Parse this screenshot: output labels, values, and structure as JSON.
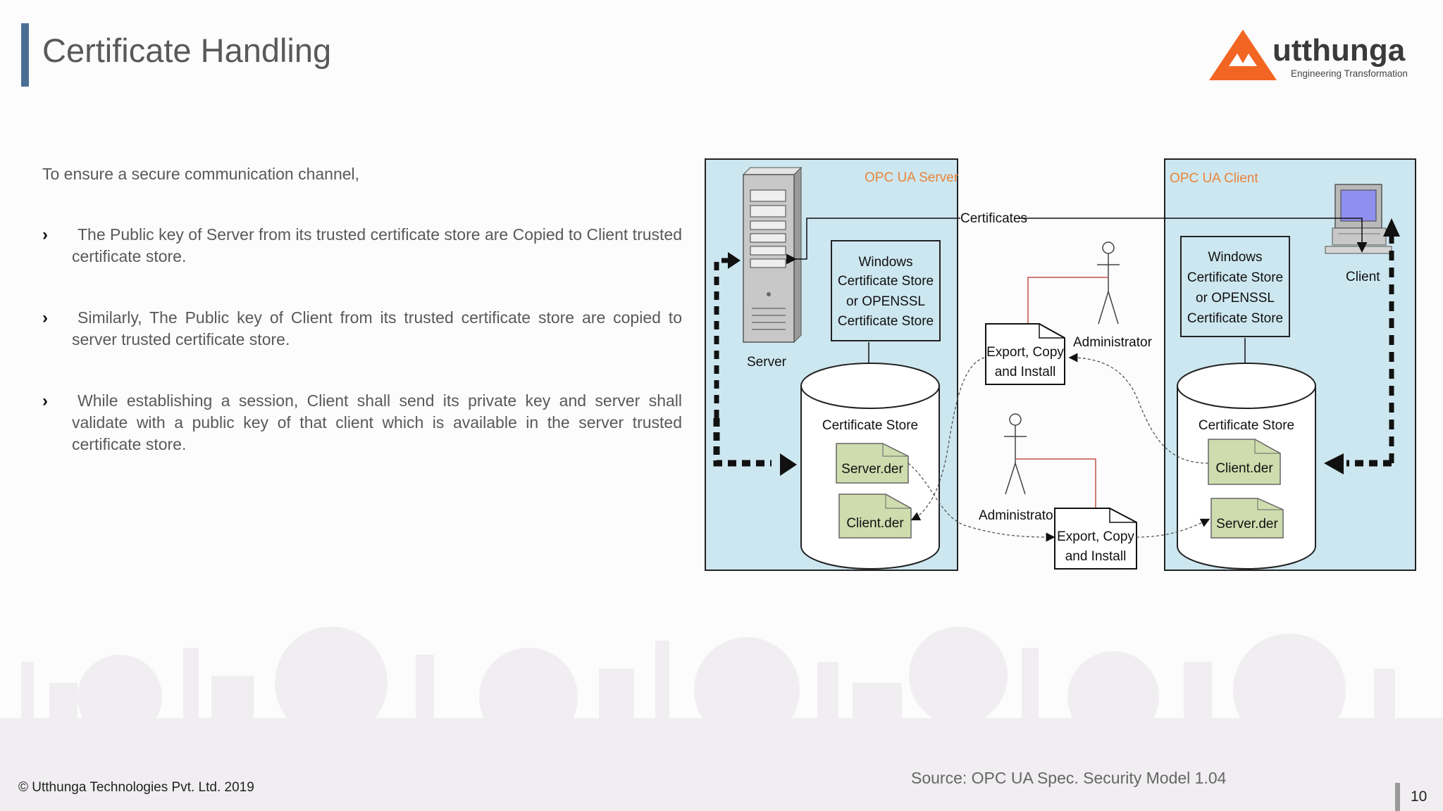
{
  "slide": {
    "title": "Certificate Handling",
    "intro": "To ensure a secure communication channel,",
    "bullets": [
      "The Public key of Server from its trusted certificate store are Copied to Client trusted certificate store.",
      "Similarly, The Public key of Client from its trusted certificate store are copied to server trusted certificate store.",
      "While establishing a session, Client shall send its private key and server shall validate with a public key of that client which is available in the server trusted certificate store."
    ],
    "source": "Source: OPC UA Spec. Security Model 1.04",
    "copyright": "© Utthunga Technologies Pvt. Ltd. 2019",
    "page_number": "10",
    "bullet_icon": "chevron-right-icon"
  },
  "logo": {
    "name": "utthunga",
    "tagline": "Engineering Transformation",
    "color": "#f26522"
  },
  "diagram": {
    "server_panel_label": "OPC UA Server",
    "client_panel_label": "OPC UA Client",
    "certificates_label": "Certificates",
    "server_label": "Server",
    "client_label": "Client",
    "server_store_box": [
      "Windows",
      "Certificate Store",
      "or OPENSSL",
      "Certificate Store"
    ],
    "client_store_box": [
      "Windows",
      "Certificate Store",
      "or OPENSSL",
      "Certificate Store"
    ],
    "server_cylinder_label": "Certificate Store",
    "client_cylinder_label": "Certificate Store",
    "server_files": [
      "Server.der",
      "Client.der"
    ],
    "client_files": [
      "Client.der",
      "Server.der"
    ],
    "admin_top_label": "Administrator",
    "admin_bottom_label": "Administrator",
    "export_top": [
      "Export, Copy",
      "and Install"
    ],
    "export_bottom": [
      "Export, Copy",
      "and Install"
    ],
    "colors": {
      "panel_fill": "#cde7f0",
      "panel_label": "#e8843a",
      "file_fill": "#cfdcae",
      "red_line": "#c0504d"
    }
  }
}
